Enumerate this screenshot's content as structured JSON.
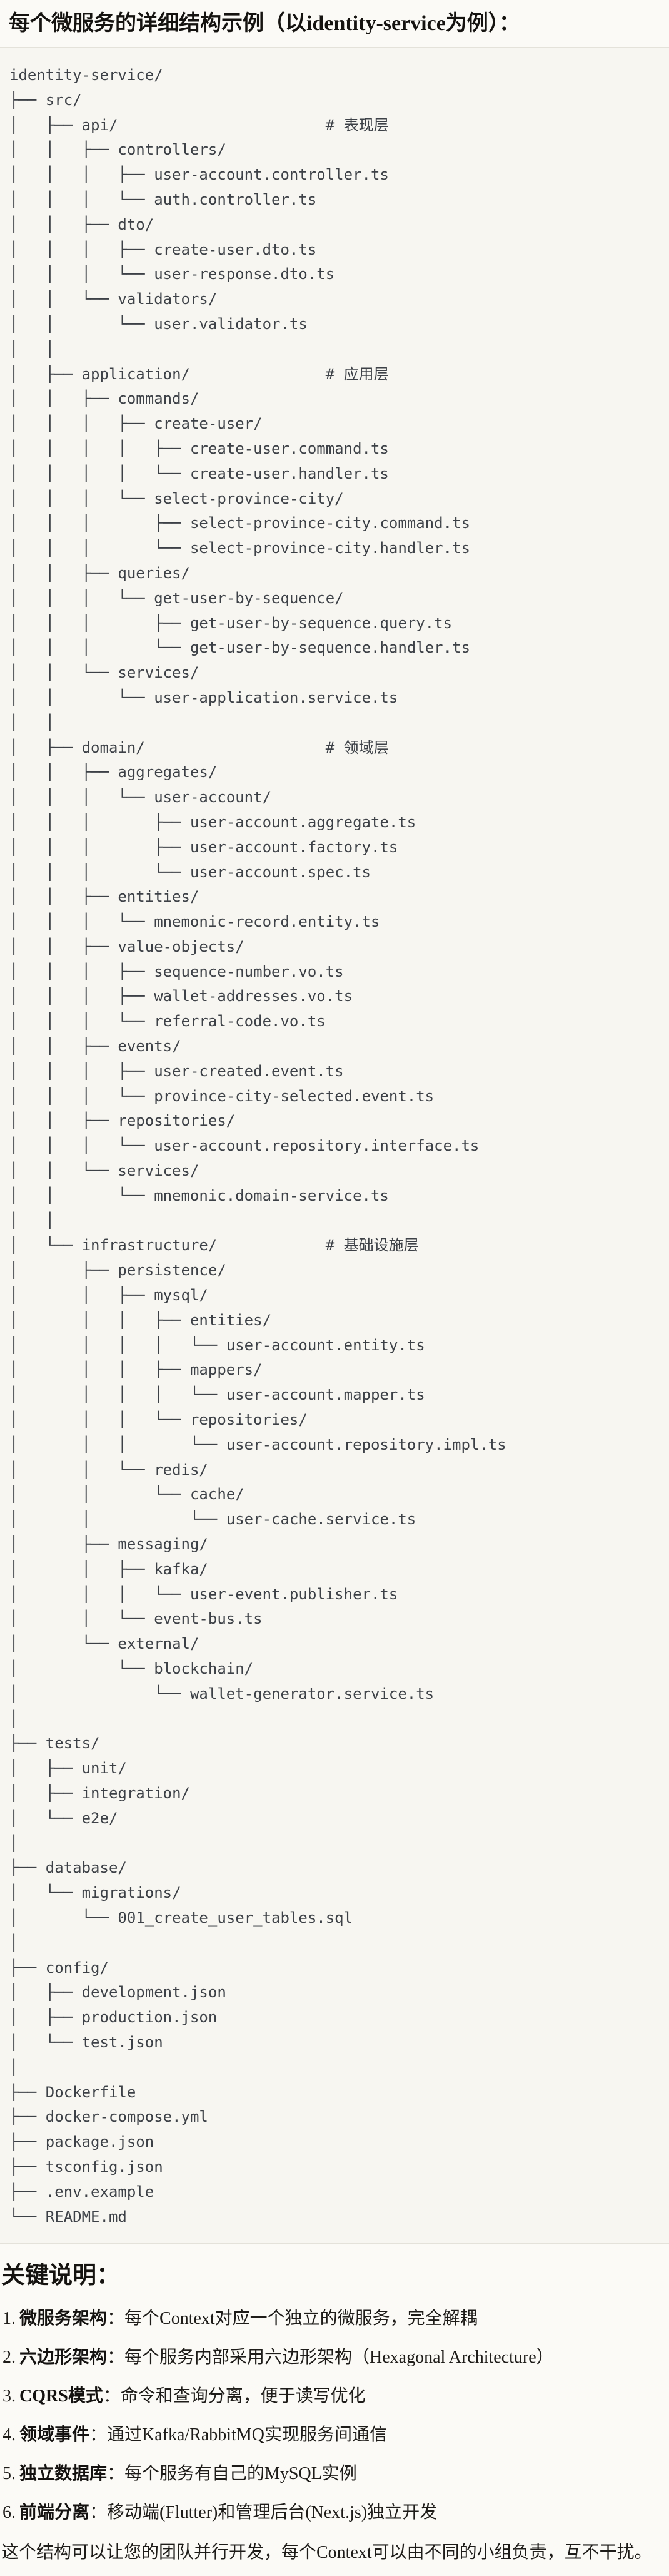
{
  "title": "每个微服务的详细结构示例（以identity-service为例）：",
  "tree_lines": [
    "identity-service/",
    "├── src/",
    "│   ├── api/                       # 表现层",
    "│   │   ├── controllers/",
    "│   │   │   ├── user-account.controller.ts",
    "│   │   │   └── auth.controller.ts",
    "│   │   ├── dto/",
    "│   │   │   ├── create-user.dto.ts",
    "│   │   │   └── user-response.dto.ts",
    "│   │   └── validators/",
    "│   │       └── user.validator.ts",
    "│   │",
    "│   ├── application/               # 应用层",
    "│   │   ├── commands/",
    "│   │   │   ├── create-user/",
    "│   │   │   │   ├── create-user.command.ts",
    "│   │   │   │   └── create-user.handler.ts",
    "│   │   │   └── select-province-city/",
    "│   │   │       ├── select-province-city.command.ts",
    "│   │   │       └── select-province-city.handler.ts",
    "│   │   ├── queries/",
    "│   │   │   └── get-user-by-sequence/",
    "│   │   │       ├── get-user-by-sequence.query.ts",
    "│   │   │       └── get-user-by-sequence.handler.ts",
    "│   │   └── services/",
    "│   │       └── user-application.service.ts",
    "│   │",
    "│   ├── domain/                    # 领域层",
    "│   │   ├── aggregates/",
    "│   │   │   └── user-account/",
    "│   │   │       ├── user-account.aggregate.ts",
    "│   │   │       ├── user-account.factory.ts",
    "│   │   │       └── user-account.spec.ts",
    "│   │   ├── entities/",
    "│   │   │   └── mnemonic-record.entity.ts",
    "│   │   ├── value-objects/",
    "│   │   │   ├── sequence-number.vo.ts",
    "│   │   │   ├── wallet-addresses.vo.ts",
    "│   │   │   └── referral-code.vo.ts",
    "│   │   ├── events/",
    "│   │   │   ├── user-created.event.ts",
    "│   │   │   └── province-city-selected.event.ts",
    "│   │   ├── repositories/",
    "│   │   │   └── user-account.repository.interface.ts",
    "│   │   └── services/",
    "│   │       └── mnemonic.domain-service.ts",
    "│   │",
    "│   └── infrastructure/            # 基础设施层",
    "│       ├── persistence/",
    "│       │   ├── mysql/",
    "│       │   │   ├── entities/",
    "│       │   │   │   └── user-account.entity.ts",
    "│       │   │   ├── mappers/",
    "│       │   │   │   └── user-account.mapper.ts",
    "│       │   │   └── repositories/",
    "│       │   │       └── user-account.repository.impl.ts",
    "│       │   └── redis/",
    "│       │       └── cache/",
    "│       │           └── user-cache.service.ts",
    "│       ├── messaging/",
    "│       │   ├── kafka/",
    "│       │   │   └── user-event.publisher.ts",
    "│       │   └── event-bus.ts",
    "│       └── external/",
    "│           └── blockchain/",
    "│               └── wallet-generator.service.ts",
    "│",
    "├── tests/",
    "│   ├── unit/",
    "│   ├── integration/",
    "│   └── e2e/",
    "│",
    "├── database/",
    "│   └── migrations/",
    "│       └── 001_create_user_tables.sql",
    "│",
    "├── config/",
    "│   ├── development.json",
    "│   ├── production.json",
    "│   └── test.json",
    "│",
    "├── Dockerfile",
    "├── docker-compose.yml",
    "├── package.json",
    "├── tsconfig.json",
    "├── .env.example",
    "└── README.md"
  ],
  "notes": {
    "heading": "关键说明：",
    "items": [
      {
        "num": "1.",
        "label": "微服务架构",
        "desc": "：每个Context对应一个独立的微服务，完全解耦"
      },
      {
        "num": "2.",
        "label": "六边形架构",
        "desc": "：每个服务内部采用六边形架构（Hexagonal Architecture）"
      },
      {
        "num": "3.",
        "label": "CQRS模式",
        "desc": "：命令和查询分离，便于读写优化"
      },
      {
        "num": "4.",
        "label": "领域事件",
        "desc": "：通过Kafka/RabbitMQ实现服务间通信"
      },
      {
        "num": "5.",
        "label": "独立数据库",
        "desc": "：每个服务有自己的MySQL实例"
      },
      {
        "num": "6.",
        "label": "前端分离",
        "desc": "：移动端(Flutter)和管理后台(Next.js)独立开发"
      }
    ],
    "closing": "这个结构可以让您的团队并行开发，每个Context可以由不同的小组负责，互不干扰。"
  },
  "colors": {
    "page_background": "#FBFAF6",
    "code_background": "#F7F6F1",
    "border": "#E4E2DA",
    "code_text": "#3D4147",
    "body_text": "#1E1C19"
  }
}
